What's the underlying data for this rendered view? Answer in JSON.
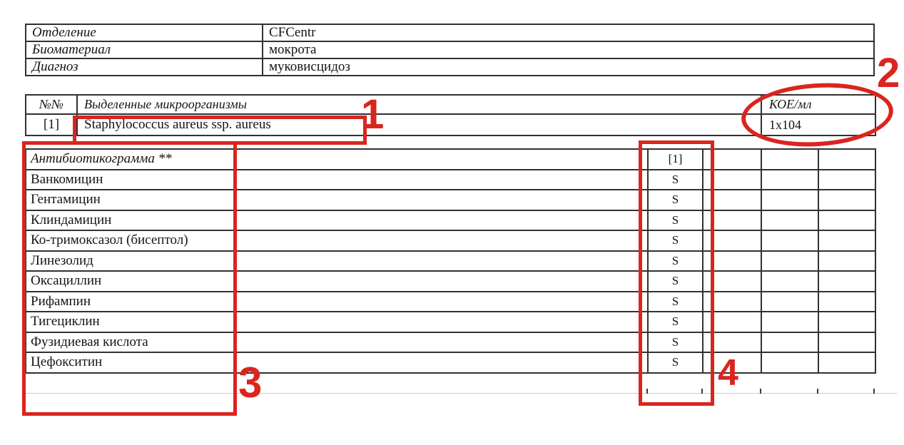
{
  "colors": {
    "annotation_red": "#da251f",
    "table_line": "#313131"
  },
  "patient_info": {
    "rows": [
      {
        "label": "Отделение",
        "value": "CFCentr"
      },
      {
        "label": "Биоматериал",
        "value": "мокрота"
      },
      {
        "label": "Диагноз",
        "value": "муковисцидоз"
      }
    ]
  },
  "organisms": {
    "col_num": "№№",
    "col_name": "Выделенные микроорганизмы",
    "col_cfu": "КОЕ/мл",
    "rows": [
      {
        "num": "[1]",
        "name": "Staphylococcus aureus ssp. aureus",
        "cfu": "1x104"
      }
    ]
  },
  "antibiogram": {
    "title": "Антибиотикограмма **",
    "isolate_header": "[1]",
    "rows": [
      {
        "name": "Ванкомицин",
        "result": "S"
      },
      {
        "name": "Гентамицин",
        "result": "S"
      },
      {
        "name": "Клиндамицин",
        "result": "S"
      },
      {
        "name": "Ко-тримоксазол (бисептол)",
        "result": "S"
      },
      {
        "name": "Линезолид",
        "result": "S"
      },
      {
        "name": "Оксациллин",
        "result": "S"
      },
      {
        "name": "Рифампин",
        "result": "S"
      },
      {
        "name": "Тигециклин",
        "result": "S"
      },
      {
        "name": "Фузидиевая кислота",
        "result": "S"
      },
      {
        "name": "Цефокситин",
        "result": "S"
      }
    ]
  },
  "annotations": {
    "marks": [
      "1",
      "2",
      "3",
      "4"
    ]
  }
}
